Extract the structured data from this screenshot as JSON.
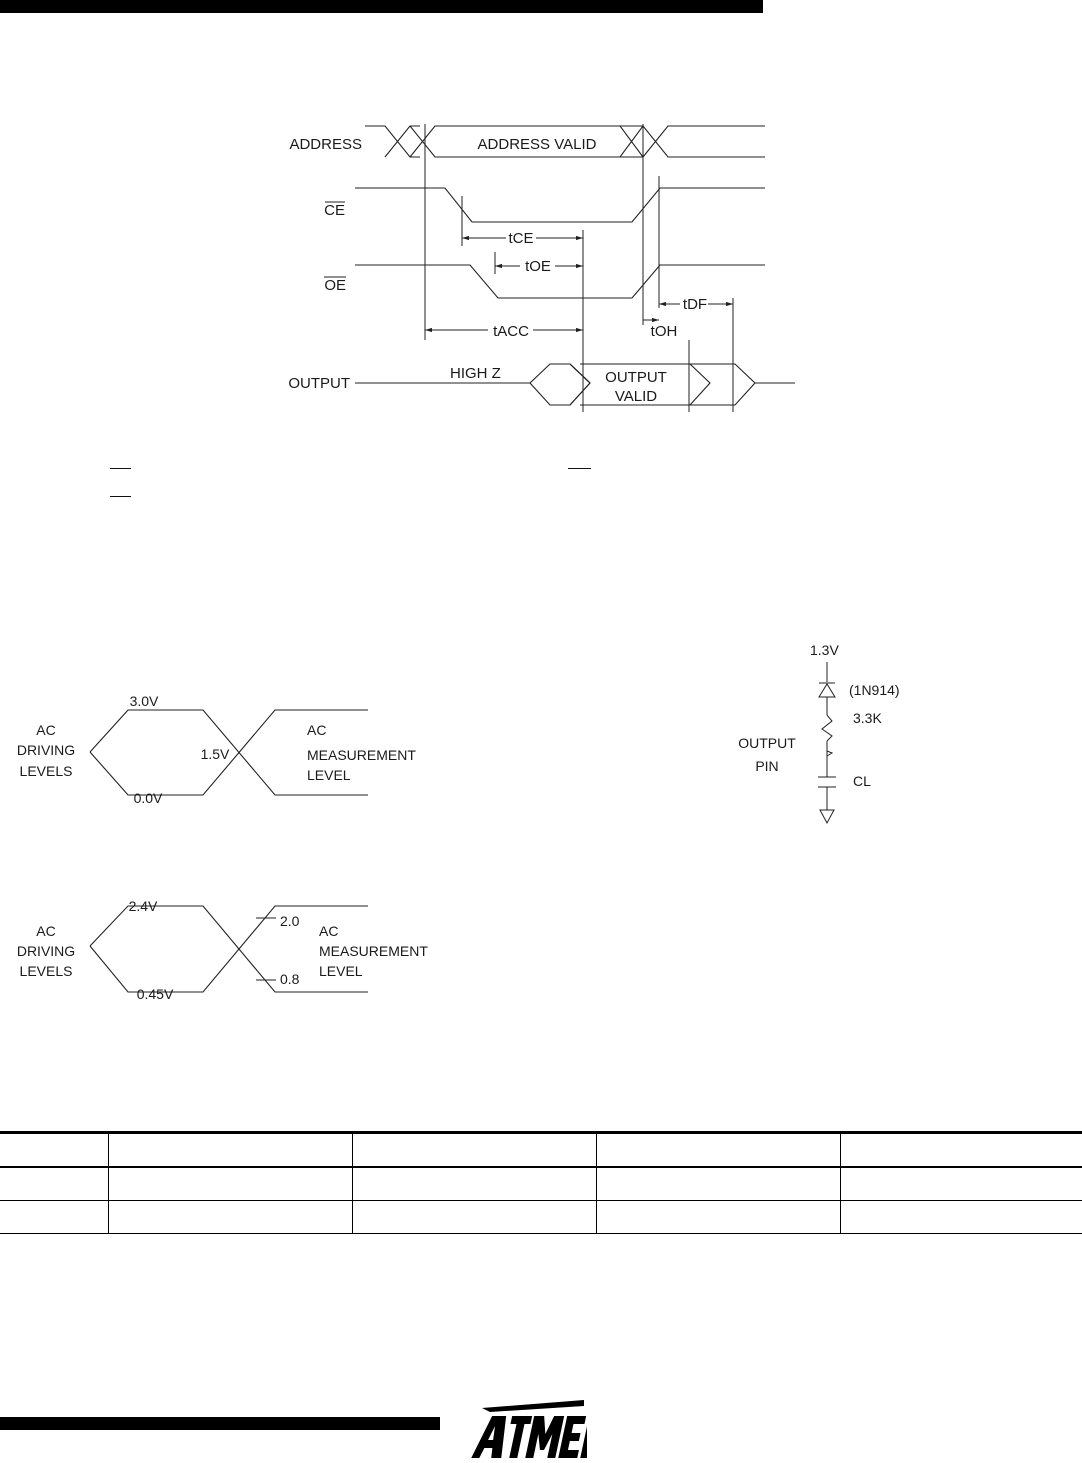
{
  "timing_diagram": {
    "signals": [
      "ADDRESS",
      "CE",
      "OE",
      "OUTPUT"
    ],
    "address_valid": "ADDRESS VALID",
    "high_z": "HIGH  Z",
    "output_valid_line1": "OUTPUT",
    "output_valid_line2": "VALID",
    "params": [
      "tCE",
      "tOE",
      "tDF",
      "tACC",
      "tOH"
    ]
  },
  "waveform_1": {
    "left_label": [
      "AC",
      "DRIVING",
      "LEVELS"
    ],
    "high": "3.0V",
    "low": "0.0V",
    "mid": "1.5V",
    "right_label": [
      "AC",
      "MEASUREMENT",
      "LEVEL"
    ]
  },
  "waveform_2": {
    "left_label": [
      "AC",
      "DRIVING",
      "LEVELS"
    ],
    "high": "2.4V",
    "low": "0.45V",
    "high_meas": "2.0",
    "low_meas": "0.8",
    "right_label": [
      "AC",
      "MEASUREMENT",
      "LEVEL"
    ]
  },
  "load_circuit": {
    "supply": "1.3V",
    "diode": "(1N914)",
    "resistor": "3.3K",
    "pin_label": [
      "OUTPUT",
      "PIN"
    ],
    "cap": "CL"
  },
  "logo_text": "ATMEL"
}
